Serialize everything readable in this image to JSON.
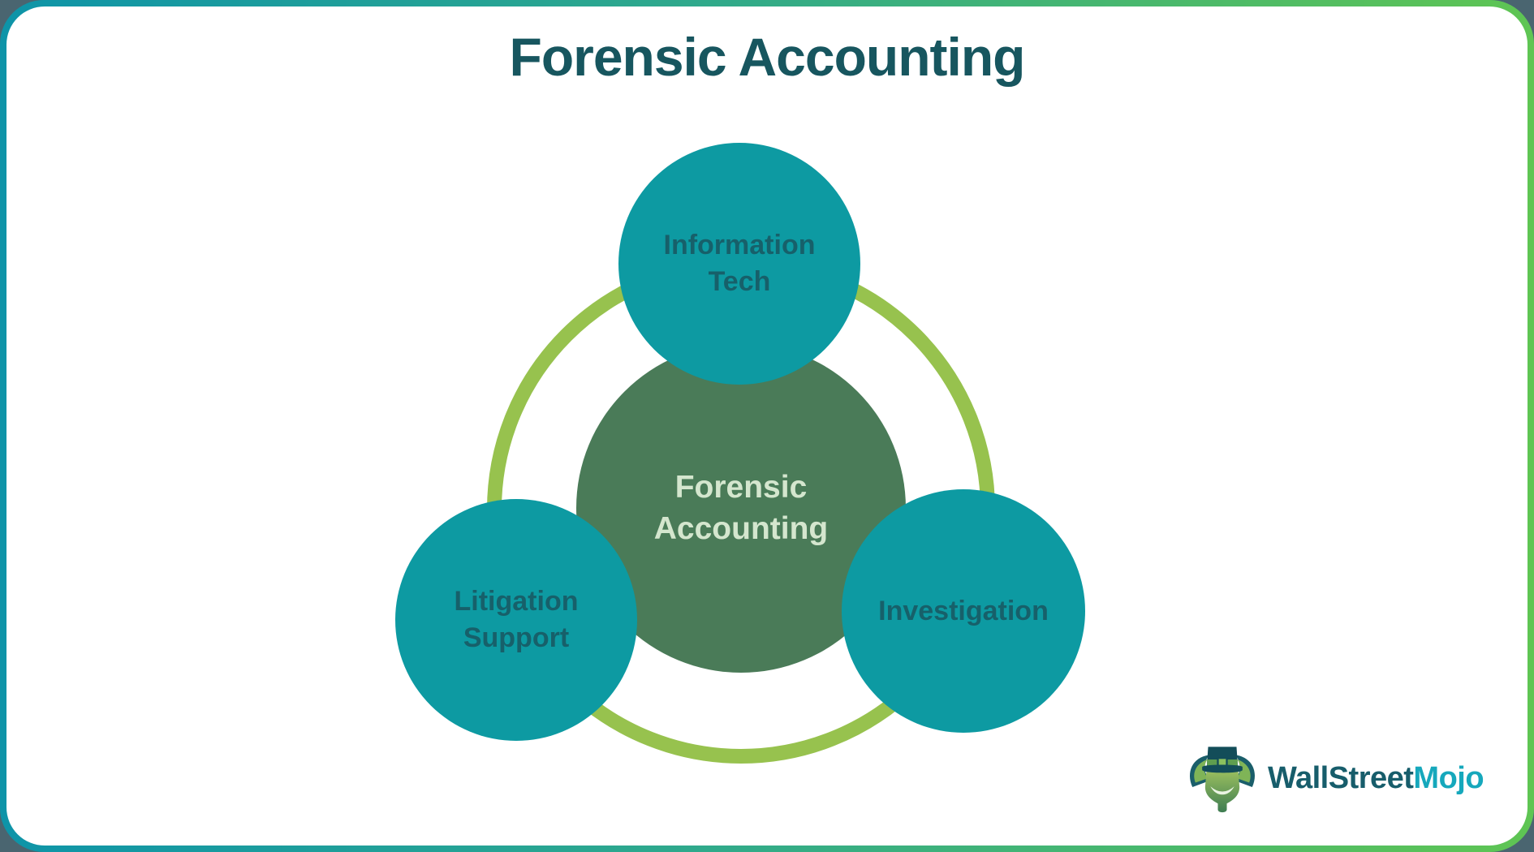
{
  "page": {
    "title": "Forensic Accounting"
  },
  "theme": {
    "outside_background": "#4A6570",
    "border_gradient_left": "#0E94A8",
    "border_gradient_right": "#5FC553",
    "card_background": "#FFFFFF",
    "title_color": "#17565F",
    "ring_color": "#97C24E",
    "node_fill": "#0D9AA2",
    "node_text_color": "#17606A",
    "center_fill": "#4A7B58",
    "center_text_color": "#D4E6CE"
  },
  "diagram": {
    "center_label": "Forensic\nAccounting",
    "nodes": [
      {
        "label": "Information\nTech",
        "position": "top"
      },
      {
        "label": "Litigation\nSupport",
        "position": "bottom-left"
      },
      {
        "label": "Investigation",
        "position": "bottom-right"
      }
    ]
  },
  "logo": {
    "text_primary": "WallStreet",
    "text_secondary": "Mojo",
    "mascot": "bull-with-top-hat-icon"
  }
}
